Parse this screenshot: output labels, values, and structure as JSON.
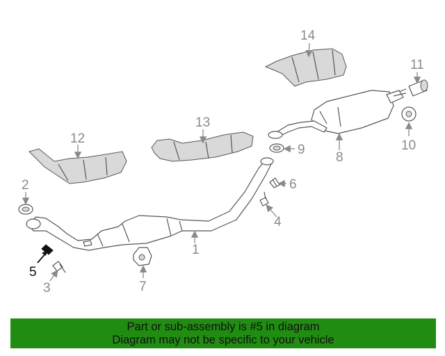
{
  "diagram": {
    "callouts": {
      "c1": "1",
      "c2": "2",
      "c3": "3",
      "c4": "4",
      "c5": "5",
      "c6": "6",
      "c7": "7",
      "c8": "8",
      "c9": "9",
      "c10": "10",
      "c11": "11",
      "c12": "12",
      "c13": "13",
      "c14": "14"
    },
    "highlighted_callout": "5",
    "colors": {
      "line": "#555555",
      "callout": "#8a8a8a",
      "highlight": "#111111",
      "banner": "#218c12"
    }
  },
  "banner": {
    "line1": "Part or sub-assembly is #5 in diagram",
    "line2": "Diagram may not be specific to your vehicle"
  }
}
